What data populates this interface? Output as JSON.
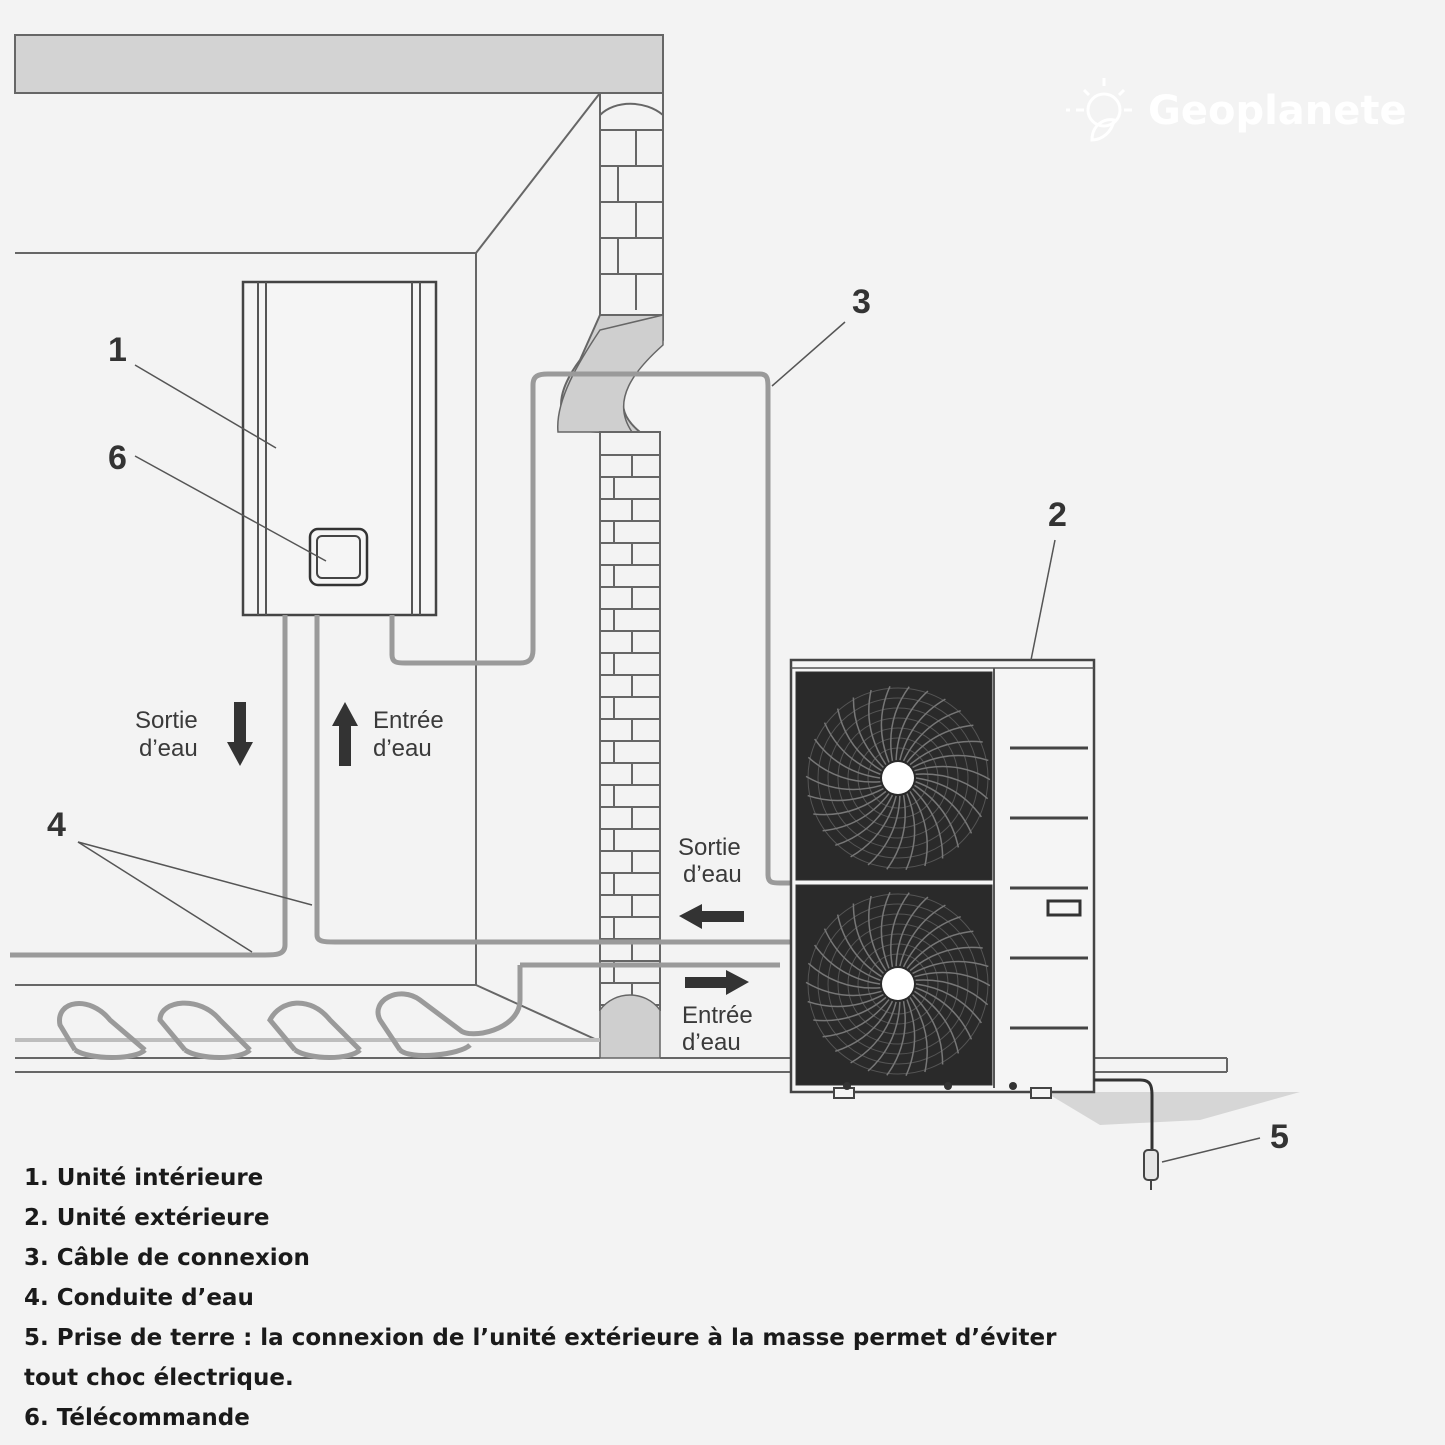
{
  "brand": {
    "name": "Geoplanete",
    "icon": "sun-leaf-icon"
  },
  "callouts": {
    "c1": "1",
    "c2": "2",
    "c3": "3",
    "c4": "4",
    "c5": "5",
    "c6": "6"
  },
  "flow": {
    "indoor_out": [
      "Sortie",
      "d’eau"
    ],
    "indoor_in": [
      "Entrée",
      "d’eau"
    ],
    "outdoor_out": [
      "Sortie",
      "d’eau"
    ],
    "outdoor_in": [
      "Entrée",
      "d’eau"
    ]
  },
  "legend": [
    "1. Unité intérieure",
    "2. Unité extérieure",
    "3. Câble de connexion",
    "4. Conduite d’eau",
    "5. Prise de terre : la connexion de l’unité extérieure à la masse permet d’éviter tout choc électrique.",
    "6. Télécommande"
  ],
  "colors": {
    "background": "#f3f3f3",
    "line": "#555555",
    "pipe": "#9a9a9a",
    "ceiling": "#d3d3d3",
    "unit_dark": "#1e1e1e"
  }
}
